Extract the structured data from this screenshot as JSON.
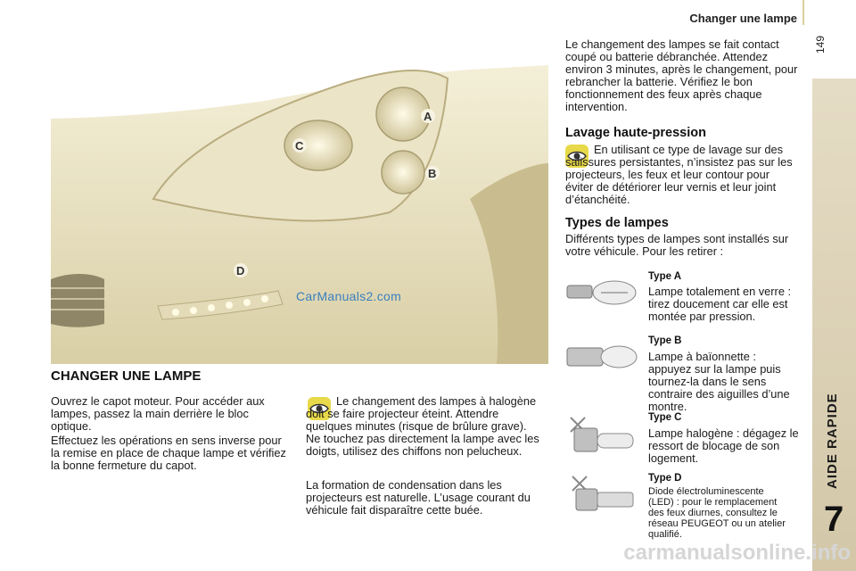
{
  "header": {
    "title": "Changer une lampe",
    "page_number": "149"
  },
  "side_tab": {
    "label": "AIDE RAPIDE",
    "chapter": "7"
  },
  "illustration": {
    "labels": {
      "a": "A",
      "b": "B",
      "c": "C",
      "d": "D"
    },
    "watermark": "CarManuals2.com"
  },
  "main": {
    "title": "CHANGER UNE LAMPE",
    "para1": "Ouvrez le capot moteur. Pour accéder aux lampes, passez la main derrière le bloc optique.",
    "para2": "Effectuez les opérations en sens inverse pour la remise en place de chaque lampe et vérifiez la bonne fermeture du capot.",
    "halogen_warning": "Le changement des lampes à halogène doit se faire projecteur éteint. Attendre quelques minutes (risque de brûlure grave). Ne touchez pas directement la lampe avec les doigts, utilisez des chiffons non pelucheux.",
    "condensation": "La formation de condensation dans les projecteurs est naturelle. L’usage courant du véhicule fait disparaître cette buée."
  },
  "right": {
    "intro": "Le changement des lampes se fait contact coupé ou batterie débranchée. Attendez environ 3 minutes, après le changement, pour rebrancher la batterie. Vérifiez le bon fonctionnement des feux après chaque intervention.",
    "washing_title": "Lavage haute-pression",
    "washing_text": "En utilisant ce type de lavage sur des salissures persistantes, n’insistez pas sur les projecteurs, les feux et leur contour pour éviter de détériorer leur vernis et leur joint d’étanchéité.",
    "types_title": "Types de lampes",
    "types_intro": "Différents types de lampes sont installés sur votre véhicule. Pour les retirer :",
    "lamps": [
      {
        "label": "Type A",
        "desc": "Lampe totalement en verre : tirez doucement car elle est montée par pression."
      },
      {
        "label": "Type B",
        "desc": "Lampe à baïonnette : appuyez sur la lampe puis tournez-la dans le sens contraire des aiguilles d’une montre."
      },
      {
        "label": "Type C",
        "desc": "Lampe halogène : dégagez le ressort de blocage de son logement."
      },
      {
        "label": "Type D",
        "desc": "Diode électroluminescente (LED) : pour le remplacement des feux diurnes, consultez le réseau PEUGEOT ou un atelier qualifié."
      }
    ]
  },
  "footer": {
    "watermark": "carmanualsonline.info"
  },
  "colors": {
    "tab": "#d8cdb0",
    "icon_yellow": "#e8d94a",
    "watermark_blue": "#3a7fbf"
  }
}
